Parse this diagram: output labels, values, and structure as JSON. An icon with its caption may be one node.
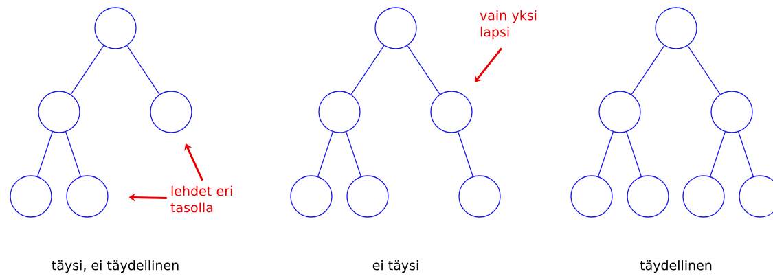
{
  "diagram": {
    "nodes": [
      {
        "text": [],
        "shape": "circle"
      },
      {
        "text": [],
        "shape": "circle"
      },
      {
        "text": [],
        "shape": "circle"
      },
      {
        "text": [],
        "shape": "circle"
      },
      {
        "text": [],
        "shape": "circle"
      },
      {
        "text": [],
        "shape": "circle"
      },
      {
        "text": [],
        "shape": "circle"
      },
      {
        "text": [],
        "shape": "circle"
      },
      {
        "text": [],
        "shape": "circle"
      },
      {
        "text": [],
        "shape": "circle"
      },
      {
        "text": [],
        "shape": "circle"
      },
      {
        "text": [],
        "shape": "circle"
      },
      {
        "text": [],
        "shape": "circle"
      },
      {
        "text": [],
        "shape": "circle"
      },
      {
        "text": [],
        "shape": "circle"
      },
      {
        "text": [],
        "shape": "circle"
      },
      {
        "text": [],
        "shape": "circle"
      },
      {
        "text": [],
        "shape": "circle"
      },
      {
        "text": [
          "lehdet eri tasolla"
        ]
      },
      {
        "text": [
          "vain yksi lapsi"
        ]
      }
    ],
    "edges": [
      {
        "from": 0,
        "to": 1,
        "arrow": "none"
      },
      {
        "from": 0,
        "to": 2,
        "arrow": "none"
      },
      {
        "from": 1,
        "to": 3,
        "arrow": "none"
      },
      {
        "from": 1,
        "to": 4,
        "arrow": "none"
      },
      {
        "from": 5,
        "to": 6,
        "arrow": "none"
      },
      {
        "from": 5,
        "to": 7,
        "arrow": "none"
      },
      {
        "from": 6,
        "to": 8,
        "arrow": "none"
      },
      {
        "from": 6,
        "to": 9,
        "arrow": "none"
      },
      {
        "from": 7,
        "to": 10,
        "arrow": "none"
      },
      {
        "from": 11,
        "to": 12,
        "arrow": "none"
      },
      {
        "from": 11,
        "to": 13,
        "arrow": "none"
      },
      {
        "from": 12,
        "to": 14,
        "arrow": "none"
      },
      {
        "from": 12,
        "to": 15,
        "arrow": "none"
      },
      {
        "from": 13,
        "to": 16,
        "arrow": "none"
      },
      {
        "from": 13,
        "to": 17,
        "arrow": "none"
      },
      {
        "from": 18,
        "to": 4,
        "arrow": "to",
        "style": "thick",
        "color": "#e80000"
      },
      {
        "from": 18,
        "to": 2,
        "arrow": "to",
        "style": "thick",
        "color": "#e80000"
      },
      {
        "from": 19,
        "to": 7,
        "arrow": "to",
        "style": "thick",
        "color": "#e80000"
      }
    ],
    "labels": [
      "täysi, ei täydellinen",
      "ei täysi",
      "täydellinen"
    ]
  }
}
